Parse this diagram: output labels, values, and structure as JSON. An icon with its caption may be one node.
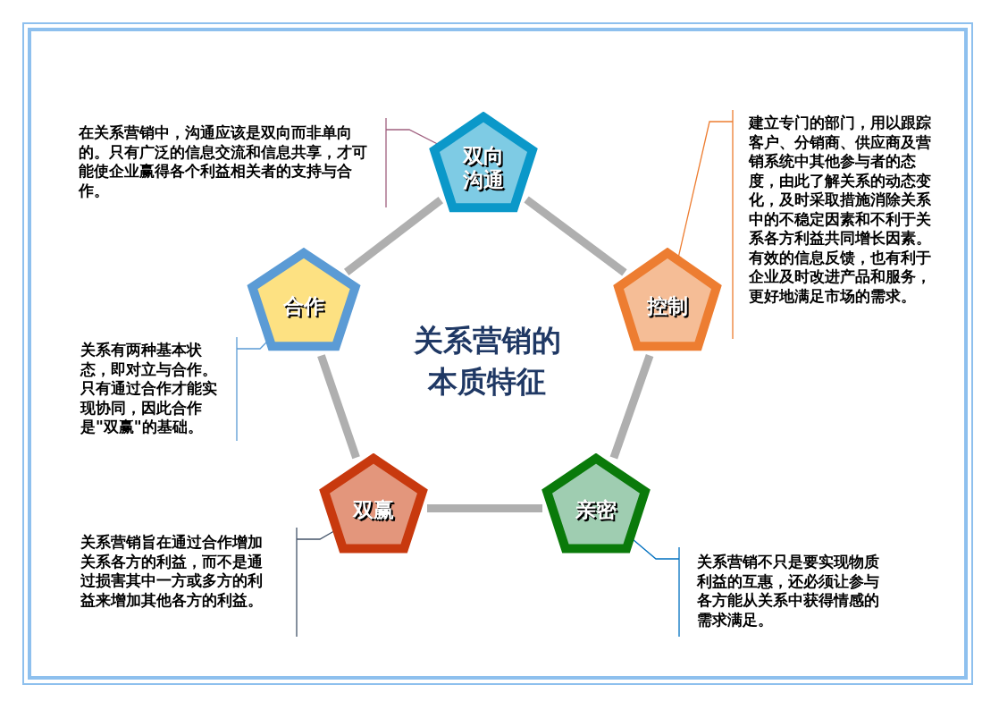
{
  "diagram": {
    "title": "关系营销的本质特征",
    "nodes": [
      {
        "text": [
          "双向沟通"
        ]
      },
      {
        "text": [
          "控制"
        ]
      },
      {
        "text": [
          "亲密"
        ]
      },
      {
        "text": [
          "双赢"
        ]
      },
      {
        "text": [
          "合作"
        ]
      },
      {
        "text": [
          "在关系营销中，沟通应该是双向而非单向的。只有广泛的信息交流和信息共享，才可能使企业赢得各个利益相关者的支持与合作。"
        ]
      },
      {
        "text": [
          "建立专门的部门，用以跟踪客户、分销商、供应商及营销系统中其他参与者的态度，由此了解关系的动态变化，及时采取措施消除关系中的不稳定因素和不利于关系各方利益共同增长因素。有效的信息反馈，也有利于企业及时改进产品和服务，更好地满足市场的需求。"
        ]
      },
      {
        "text": [
          "关系有两种基本状态，即对立与合作。只有通过合作才能实现协同，因此合作是\"双赢\"的基础。"
        ]
      },
      {
        "text": [
          "关系营销旨在通过合作增加关系各方的利益，而不是通过损害其中一方或多方的利益来增加其他各方的利益。"
        ]
      },
      {
        "text": [
          "关系营销不只是要实现物质利益的互惠，还必须让参与各方能从关系中获得情感的需求满足。"
        ]
      }
    ],
    "edges": [
      {
        "from": 0,
        "to": 1,
        "arrow": "none",
        "style": "thick"
      },
      {
        "from": 1,
        "to": 2,
        "arrow": "none",
        "style": "thick"
      },
      {
        "from": 2,
        "to": 3,
        "arrow": "none",
        "style": "thick"
      },
      {
        "from": 3,
        "to": 4,
        "arrow": "none",
        "style": "thick"
      },
      {
        "from": 4,
        "to": 0,
        "arrow": "none",
        "style": "thick"
      },
      {
        "from": 5,
        "to": 0,
        "arrow": "none",
        "color": "#a0607f"
      },
      {
        "from": 6,
        "to": 1,
        "arrow": "none",
        "color": "#ed7d31"
      },
      {
        "from": 7,
        "to": 4,
        "arrow": "none",
        "color": "#5b9bd5"
      },
      {
        "from": 8,
        "to": 3,
        "arrow": "none",
        "color": "#44546a"
      },
      {
        "from": 9,
        "to": 2,
        "arrow": "none",
        "color": "#0070c0"
      }
    ]
  }
}
